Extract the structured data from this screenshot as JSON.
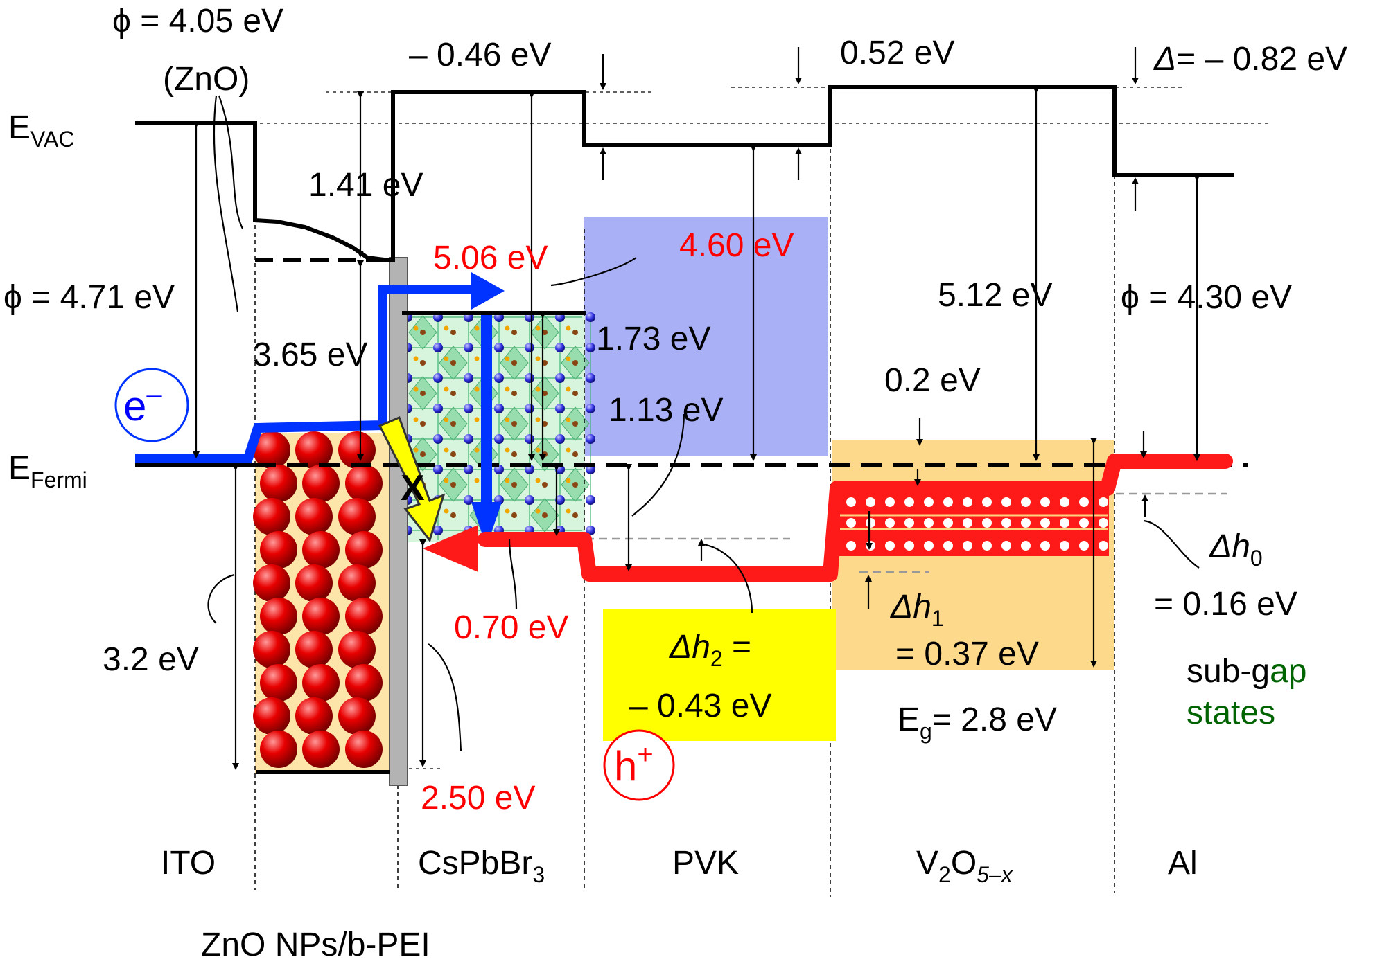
{
  "labels": {
    "phi_zno_top": "ϕ = 4.05 eV",
    "zno_paren": "(ZnO)",
    "pei_shift": "– 0.46 eV",
    "v2o5_shift": "0.52 eV",
    "delta_al": "= – 0.82 eV",
    "delta_symbol": "Δ",
    "evac_main": "E",
    "evac_sub": "VAC",
    "efermi_main": "E",
    "efermi_sub": "Fermi",
    "val_141": "1.41 eV",
    "val_506": "5.06 eV",
    "val_460": "4.60 eV",
    "phi_ito": "ϕ = 4.71 eV",
    "val_512": "5.12 eV",
    "phi_al": "ϕ = 4.30 eV",
    "val_365": "3.65 eV",
    "val_173": "1.73 eV",
    "val_113": "1.13 eV",
    "val_02": "0.2 eV",
    "electron": "e",
    "electron_sup": "–",
    "hole": "h",
    "hole_sup": "+",
    "val_32": "3.2 eV",
    "val_070": "0.70 eV",
    "dh2_line1": "Δh",
    "dh2_sub": "2",
    "dh2_eq": " =",
    "dh2_line2": "– 0.43 eV",
    "dh1_main": "Δh",
    "dh1_sub": "1",
    "dh1_val": "= 0.37 eV",
    "dh0_main": "Δh",
    "dh0_sub": "0",
    "dh0_val": "= 0.16 eV",
    "eg_main": "E",
    "eg_sub": "g",
    "eg_val": "= 2.8 eV",
    "subgap_line1a": "sub-g",
    "subgap_line1b": "ap",
    "subgap_line2": "states",
    "val_250": "2.50 eV",
    "blocked": "X"
  },
  "layers": {
    "ito": "ITO",
    "cspbbr3_main": "CsPbBr",
    "cspbbr3_sub": "3",
    "pvk": "PVK",
    "v2o5_main": "V",
    "v2o5_sub1": "2",
    "v2o5_mid": "O",
    "v2o5_sub2": "5–x",
    "al": "Al",
    "zno_pei": "ZnO NPs/b-PEI"
  },
  "colors": {
    "black": "#000000",
    "red": "#ff0000",
    "blue": "#0033ff",
    "pvk_fill": "#aab0f5",
    "orange_fill": "#fdd98c",
    "yellow_box": "#ffff00",
    "gray_pei": "#b3b3b3"
  }
}
